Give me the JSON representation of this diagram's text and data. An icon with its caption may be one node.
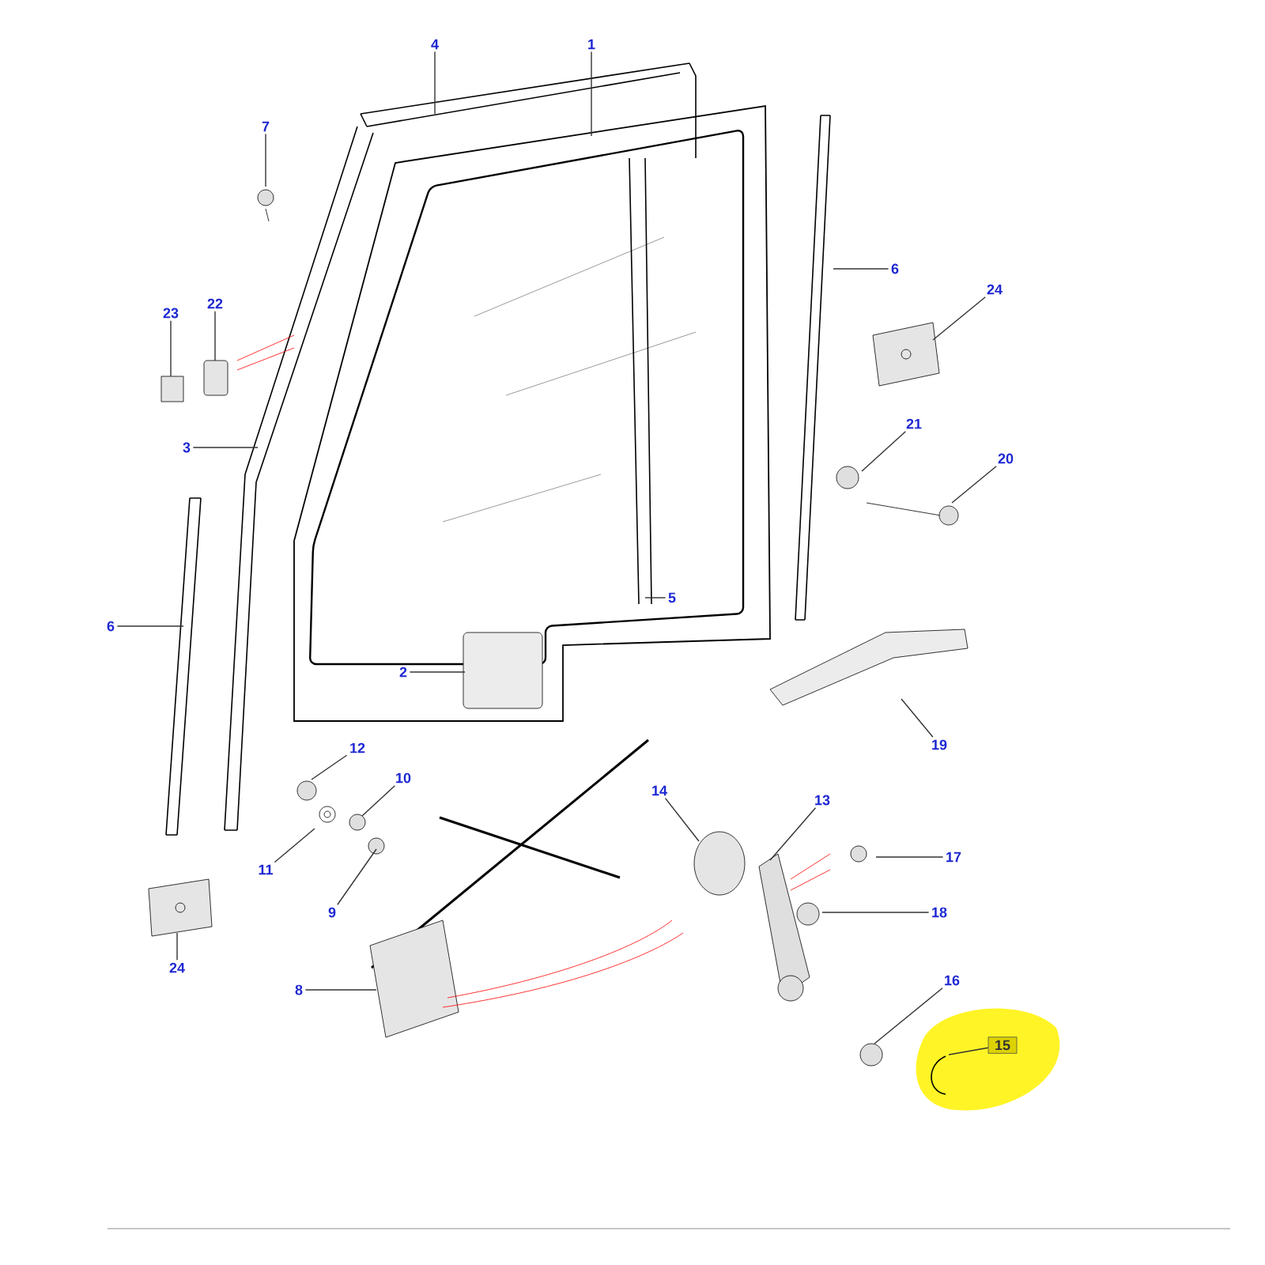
{
  "diagram": {
    "nodes": [
      {
        "text": [
          "4"
        ]
      },
      {
        "text": [
          "1"
        ]
      },
      {
        "text": [
          "7"
        ]
      },
      {
        "text": [
          "6"
        ]
      },
      {
        "text": [
          "24"
        ]
      },
      {
        "text": [
          "23"
        ]
      },
      {
        "text": [
          "22"
        ]
      },
      {
        "text": [
          "3"
        ]
      },
      {
        "text": [
          "21"
        ]
      },
      {
        "text": [
          "20"
        ]
      },
      {
        "text": [
          "5"
        ]
      },
      {
        "text": [
          "6"
        ]
      },
      {
        "text": [
          "2"
        ]
      },
      {
        "text": [
          "19"
        ]
      },
      {
        "text": [
          "12"
        ]
      },
      {
        "text": [
          "10"
        ]
      },
      {
        "text": [
          "14"
        ]
      },
      {
        "text": [
          "13"
        ]
      },
      {
        "text": [
          "11"
        ]
      },
      {
        "text": [
          "9"
        ]
      },
      {
        "text": [
          "17"
        ]
      },
      {
        "text": [
          "18"
        ]
      },
      {
        "text": [
          "24"
        ]
      },
      {
        "text": [
          "8"
        ]
      },
      {
        "text": [
          "16"
        ]
      },
      {
        "text": [
          "15"
        ]
      }
    ],
    "edges": [
      {
        "from": 0,
        "to": null,
        "arrow": "none"
      },
      {
        "from": 1,
        "to": null,
        "arrow": "none"
      },
      {
        "from": 2,
        "to": null,
        "arrow": "none"
      },
      {
        "from": 3,
        "to": null,
        "arrow": "none"
      },
      {
        "from": 4,
        "to": null,
        "arrow": "none"
      },
      {
        "from": 5,
        "to": null,
        "arrow": "none"
      },
      {
        "from": 6,
        "to": null,
        "arrow": "none"
      },
      {
        "from": 7,
        "to": null,
        "arrow": "none"
      },
      {
        "from": 8,
        "to": null,
        "arrow": "none"
      },
      {
        "from": 9,
        "to": null,
        "arrow": "none"
      },
      {
        "from": 10,
        "to": null,
        "arrow": "none"
      },
      {
        "from": 11,
        "to": null,
        "arrow": "none"
      },
      {
        "from": 12,
        "to": null,
        "arrow": "none"
      },
      {
        "from": 13,
        "to": null,
        "arrow": "none"
      },
      {
        "from": 14,
        "to": null,
        "arrow": "none"
      },
      {
        "from": 15,
        "to": null,
        "arrow": "none"
      },
      {
        "from": 16,
        "to": null,
        "arrow": "none"
      },
      {
        "from": 17,
        "to": null,
        "arrow": "none"
      },
      {
        "from": 18,
        "to": null,
        "arrow": "none"
      },
      {
        "from": 19,
        "to": null,
        "arrow": "none"
      },
      {
        "from": 20,
        "to": null,
        "arrow": "none"
      },
      {
        "from": 21,
        "to": null,
        "arrow": "none"
      },
      {
        "from": 22,
        "to": null,
        "arrow": "none"
      },
      {
        "from": 23,
        "to": null,
        "arrow": "none"
      },
      {
        "from": 24,
        "to": null,
        "arrow": "none"
      },
      {
        "from": 25,
        "to": null,
        "arrow": "none"
      }
    ]
  }
}
